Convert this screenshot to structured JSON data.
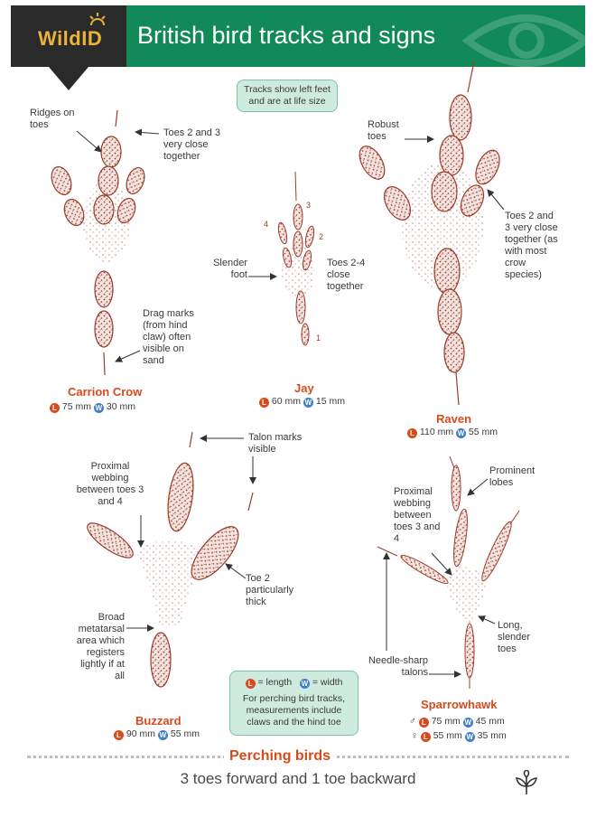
{
  "header": {
    "logo_text": "WildID",
    "title": "British bird tracks and signs"
  },
  "note": {
    "text": "Tracks show left feet and are at life size"
  },
  "legend": {
    "l_badge": "L",
    "w_badge": "W",
    "length_label": "= length",
    "width_label": "= width",
    "note": "For perching bird tracks, measurements include claws and the hind toe"
  },
  "birds": {
    "carrion_crow": {
      "name": "Carrion Crow",
      "length": "75 mm",
      "width": "30 mm",
      "labels": {
        "ridges": "Ridges on toes",
        "toes23": "Toes 2 and 3 very close together",
        "drag": "Drag marks (from hind claw) often visible on sand"
      }
    },
    "jay": {
      "name": "Jay",
      "length": "60 mm",
      "width": "15 mm",
      "labels": {
        "slender": "Slender foot",
        "toes24": "Toes 2-4 close together",
        "n1": "1",
        "n2": "2",
        "n3": "3",
        "n4": "4"
      }
    },
    "raven": {
      "name": "Raven",
      "length": "110 mm",
      "width": "55 mm",
      "labels": {
        "robust": "Robust toes",
        "toes23": "Toes 2 and 3 very close together (as with most crow species)"
      }
    },
    "buzzard": {
      "name": "Buzzard",
      "length": "90 mm",
      "width": "55 mm",
      "labels": {
        "talon": "Talon marks visible",
        "proximal": "Proximal webbing between toes 3 and 4",
        "toe2": "Toe 2 particularly thick",
        "broad": "Broad metatarsal area which registers lightly if at all"
      }
    },
    "sparrowhawk": {
      "name": "Sparrowhawk",
      "male_symbol": "♂",
      "female_symbol": "♀",
      "male_length": "75 mm",
      "male_width": "45 mm",
      "female_length": "55 mm",
      "female_width": "35 mm",
      "labels": {
        "lobes": "Prominent lobes",
        "proximal": "Proximal webbing between toes 3 and 4",
        "long": "Long, slender toes",
        "needle": "Needle-sharp talons"
      }
    }
  },
  "footer": {
    "category": "Perching birds",
    "subtitle": "3 toes forward and 1 toe backward"
  },
  "colors": {
    "green": "#118a57",
    "dark": "#2a2a2a",
    "gold": "#e9b43b",
    "accent": "#d84a1b",
    "track": "#9b3b2c",
    "length_badge": "#d84a1b",
    "width_badge": "#3f7ec9"
  }
}
